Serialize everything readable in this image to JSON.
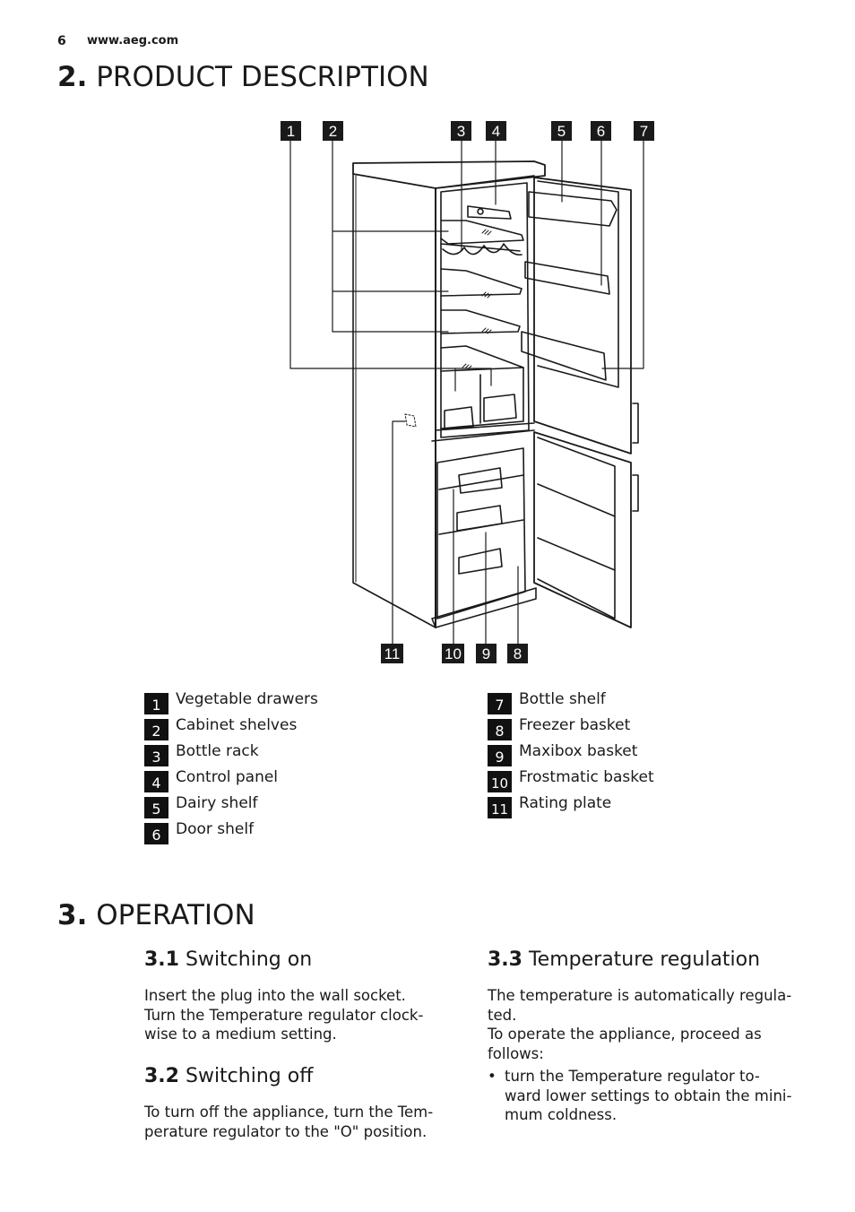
{
  "header": {
    "page_number": "6",
    "website": "www.aeg.com"
  },
  "section2": {
    "number": "2.",
    "title": "PRODUCT DESCRIPTION",
    "diagram": {
      "callouts": [
        "1",
        "2",
        "3",
        "4",
        "5",
        "6",
        "7",
        "11",
        "10",
        "9",
        "8"
      ]
    },
    "legend_left": [
      {
        "num": "1",
        "label": "Vegetable drawers"
      },
      {
        "num": "2",
        "label": "Cabinet shelves"
      },
      {
        "num": "3",
        "label": "Bottle rack"
      },
      {
        "num": "4",
        "label": "Control panel"
      },
      {
        "num": "5",
        "label": "Dairy shelf"
      },
      {
        "num": "6",
        "label": "Door shelf"
      }
    ],
    "legend_right": [
      {
        "num": "7",
        "label": "Bottle shelf"
      },
      {
        "num": "8",
        "label": "Freezer basket"
      },
      {
        "num": "9",
        "label": "Maxibox basket"
      },
      {
        "num": "10",
        "label": "Frostmatic basket"
      },
      {
        "num": "11",
        "label": "Rating plate"
      }
    ]
  },
  "section3": {
    "number": "3.",
    "title": "OPERATION",
    "sub1": {
      "number": "3.1",
      "title": "Switching on",
      "lines": [
        "Insert the plug into the wall socket.",
        "Turn the Temperature regulator clock-",
        "wise to a medium setting."
      ]
    },
    "sub2": {
      "number": "3.2",
      "title": "Switching off",
      "lines": [
        "To turn off the appliance, turn the Tem-",
        "perature regulator to the \"O\" position."
      ]
    },
    "sub3": {
      "number": "3.3",
      "title": "Temperature regulation",
      "lines": [
        "The temperature is automatically regula-",
        "ted.",
        "To operate the appliance, proceed as",
        "follows:"
      ],
      "bullet_symbol": "•",
      "bullet_lines": [
        "turn the Temperature regulator to-",
        "ward lower settings to obtain the mini-",
        "mum coldness."
      ]
    }
  }
}
